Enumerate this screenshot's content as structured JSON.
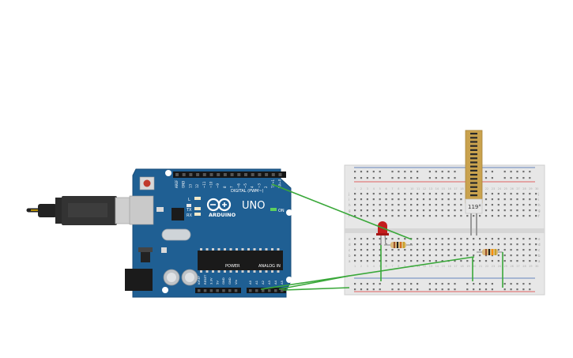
{
  "arduino": {
    "brand": "ARDUINO",
    "model": "UNO",
    "digital_label": "DIGITAL (PWM~)",
    "power_label": "POWER",
    "analog_label": "ANALOG IN",
    "on_label": "ON",
    "tx_label": "TX",
    "rx_label": "RX",
    "l_label": "L",
    "power_pins": [
      "IOREF",
      "RESET",
      "3.3V",
      "5V",
      "GND",
      "GND",
      "Vin"
    ],
    "analog_pins": [
      "A0",
      "A1",
      "A2",
      "A3",
      "A4",
      "A5"
    ],
    "digital_pins": [
      "AREF",
      "GND",
      "13",
      "12",
      "~11",
      "~10",
      "~9",
      "8",
      "7",
      "~6",
      "~5",
      "4",
      "~3",
      "2",
      "TX→1",
      "RX←0"
    ]
  },
  "breadboard": {
    "row_letters": [
      "a",
      "b",
      "c",
      "d",
      "e",
      "f",
      "g",
      "h",
      "i",
      "j"
    ],
    "column_count": 30
  },
  "flex_sensor": {
    "angle": "119°"
  },
  "colors": {
    "board": "#1f5f93",
    "board_dark": "#184d79",
    "wire": "#3aa83a",
    "led": "#c41d1d",
    "breadboard": "#e7e7e7",
    "rail_red": "#d33",
    "rail_blue": "#3a64b0"
  }
}
